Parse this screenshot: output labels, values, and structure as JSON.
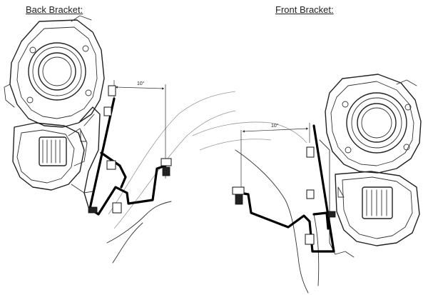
{
  "panels": {
    "back": {
      "title": "Back Bracket:",
      "angle_label": "10°"
    },
    "front": {
      "title": "Front Bracket:",
      "angle_label": "10°"
    }
  }
}
